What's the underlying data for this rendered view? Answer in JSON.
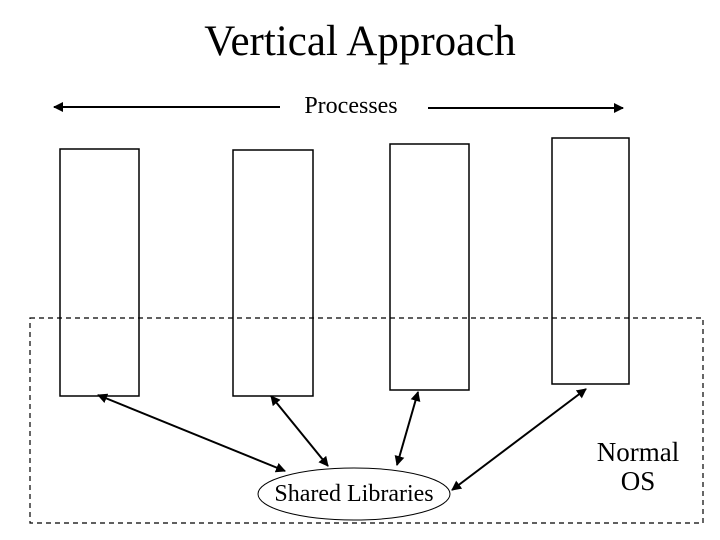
{
  "slide": {
    "title": "Vertical Approach",
    "processes_label": "Processes",
    "shared_libraries_label": "Shared Libraries",
    "normal_os_line1": "Normal",
    "normal_os_line2": "OS"
  },
  "colors": {
    "background": "#ffffff",
    "line": "#000000",
    "text": "#000000"
  }
}
